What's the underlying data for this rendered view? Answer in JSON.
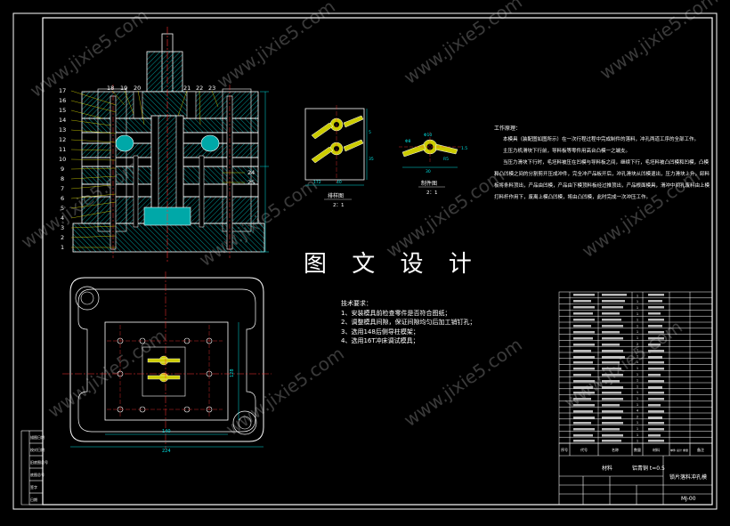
{
  "watermark": "www.jixie5.com",
  "center_title": "图 文 设 计",
  "detail_a": {
    "caption": "排样图",
    "scale": "2：1",
    "dims": [
      "172",
      "40",
      "5",
      "35"
    ]
  },
  "detail_b": {
    "caption": "制件图",
    "scale": "2：1",
    "dims": [
      "Φ8",
      "Φ10",
      "R5",
      "30",
      "1.5"
    ]
  },
  "plan_dims": {
    "inner": "140",
    "outer": "224",
    "side": "128"
  },
  "work_principle": {
    "heading": "工作原理：",
    "paragraphs": [
      "本模具（装配图如图所示）在一次行程过程中完成制件的落料，冲孔两道工序的全部工作。",
      "主压力机滑块下行前，导料板等零件用高台凸模一之端支。",
      "当压力滑块下行时，毛坯料被压在凹模与导料板之间，继续下行，毛坯料被凸凹模和凹模，凸模和凸凹模之间的分割剪开压成冲件，完全冲产品板开后，冲孔滑块从凹模退出，压力滑块上升，卸料板将条料顶出，产品由凹模，产品由下模顶料板经过推顶出，产品根面模具，滑冲中间孔废料由上模打料杆作用下，废离上模凸凹模，将由凸凹模，此时完成一次冲压工作。"
    ]
  },
  "tech_requirements": {
    "heading": "技术要求：",
    "items": [
      "1、安装模具前检查零件是否符合图纸；",
      "2、调整模具间隙，保证间隙均匀后加工销钉孔；",
      "3、选用148后侧导柱模架；",
      "4、选用16T冲床调试模具；"
    ]
  },
  "part_numbers_left": [
    "17",
    "16",
    "15",
    "14",
    "13",
    "12",
    "11",
    "10",
    "9",
    "8",
    "7",
    "6",
    "5",
    "4",
    "3",
    "2",
    "1"
  ],
  "part_numbers_top": [
    "18",
    "19",
    "20",
    "21",
    "22",
    "23"
  ],
  "part_numbers_right": [
    "24",
    "25"
  ],
  "bom_qty_col": [
    "1",
    "1",
    "1",
    "1",
    "1",
    "1",
    "1",
    "1",
    "2",
    "1",
    "1",
    "1",
    "1",
    "1",
    "1",
    "1",
    "1",
    "1",
    "1",
    "4",
    "2",
    "1",
    "1",
    "1",
    "1"
  ],
  "title_block": {
    "material_label": "材料",
    "thickness": "铝青铜 t=0.5",
    "product_name": "锁片落料冲孔模",
    "drawing_no": "MJ-00",
    "col_headers": [
      "序号",
      "代号",
      "名称",
      "数量",
      "材料",
      "单件 总计 重量",
      "备注"
    ]
  },
  "left_strip": [
    "描图日期",
    "校对日期",
    "旧底图总号",
    "底图总号",
    "签字",
    "日期"
  ],
  "colors": {
    "line": "#ffffff",
    "section_hatch": "#00c0c0",
    "center_line": "#ff3030",
    "dim": "#00e0e0",
    "part_fill": "#cccc00",
    "leader": "#e0e000"
  }
}
